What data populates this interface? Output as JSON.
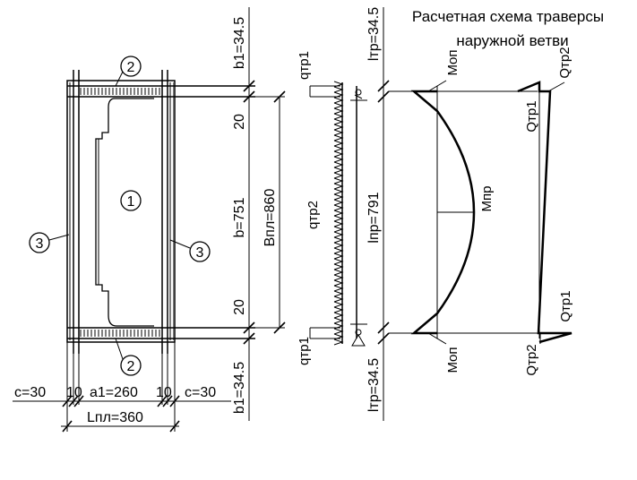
{
  "title": {
    "line1": "Расчетная схема траверсы",
    "line2": "наружной ветви"
  },
  "plan": {
    "callouts": [
      "1",
      "2",
      "2",
      "3",
      "3"
    ],
    "dims_bottom": {
      "c_left": "c=30",
      "gap_left": "10",
      "a1": "a1=260",
      "gap_right": "10",
      "c_right": "c=30",
      "L": "Lпл=360"
    },
    "dims_side": {
      "b1_top": "b1=34.5",
      "t_top": "20",
      "b": "b=751",
      "t_bot": "20",
      "b1_bot": "b1=34.5",
      "B": "Bпл=860"
    }
  },
  "scheme": {
    "q_top": "qтр1",
    "q_mid": "qтр2",
    "q_bot": "qтр1",
    "l_top": "lтр=34.5",
    "l_mid": "lпр=791",
    "l_bot": "lтр=34.5"
  },
  "moment": {
    "M_top": "Mоп",
    "M_mid": "Mпр",
    "M_bot": "Mоп"
  },
  "shear": {
    "Q_top1": "Qтр2",
    "Q_top2": "Qтр1",
    "Q_bot1": "Qтр1",
    "Q_bot2": "Qтр2"
  }
}
